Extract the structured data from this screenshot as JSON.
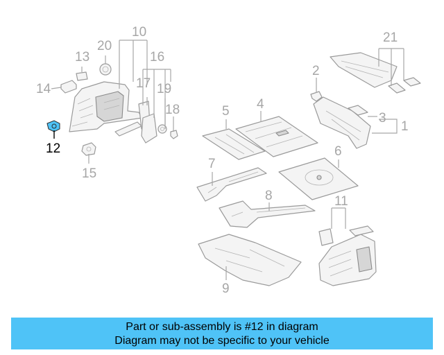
{
  "diagram": {
    "callouts": [
      {
        "label": "1"
      },
      {
        "label": "2"
      },
      {
        "label": "3"
      },
      {
        "label": "4"
      },
      {
        "label": "5"
      },
      {
        "label": "6"
      },
      {
        "label": "7"
      },
      {
        "label": "8"
      },
      {
        "label": "9"
      },
      {
        "label": "10"
      },
      {
        "label": "11"
      },
      {
        "label": "12"
      },
      {
        "label": "13"
      },
      {
        "label": "14"
      },
      {
        "label": "15"
      },
      {
        "label": "16"
      },
      {
        "label": "17"
      },
      {
        "label": "18"
      },
      {
        "label": "19"
      },
      {
        "label": "20"
      },
      {
        "label": "21"
      }
    ],
    "highlighted_part": "12",
    "highlight_color": "#4fc3f7"
  },
  "banner": {
    "line1": "Part or sub-assembly is #12 in diagram",
    "line2": "Diagram may not be specific to your vehicle"
  }
}
